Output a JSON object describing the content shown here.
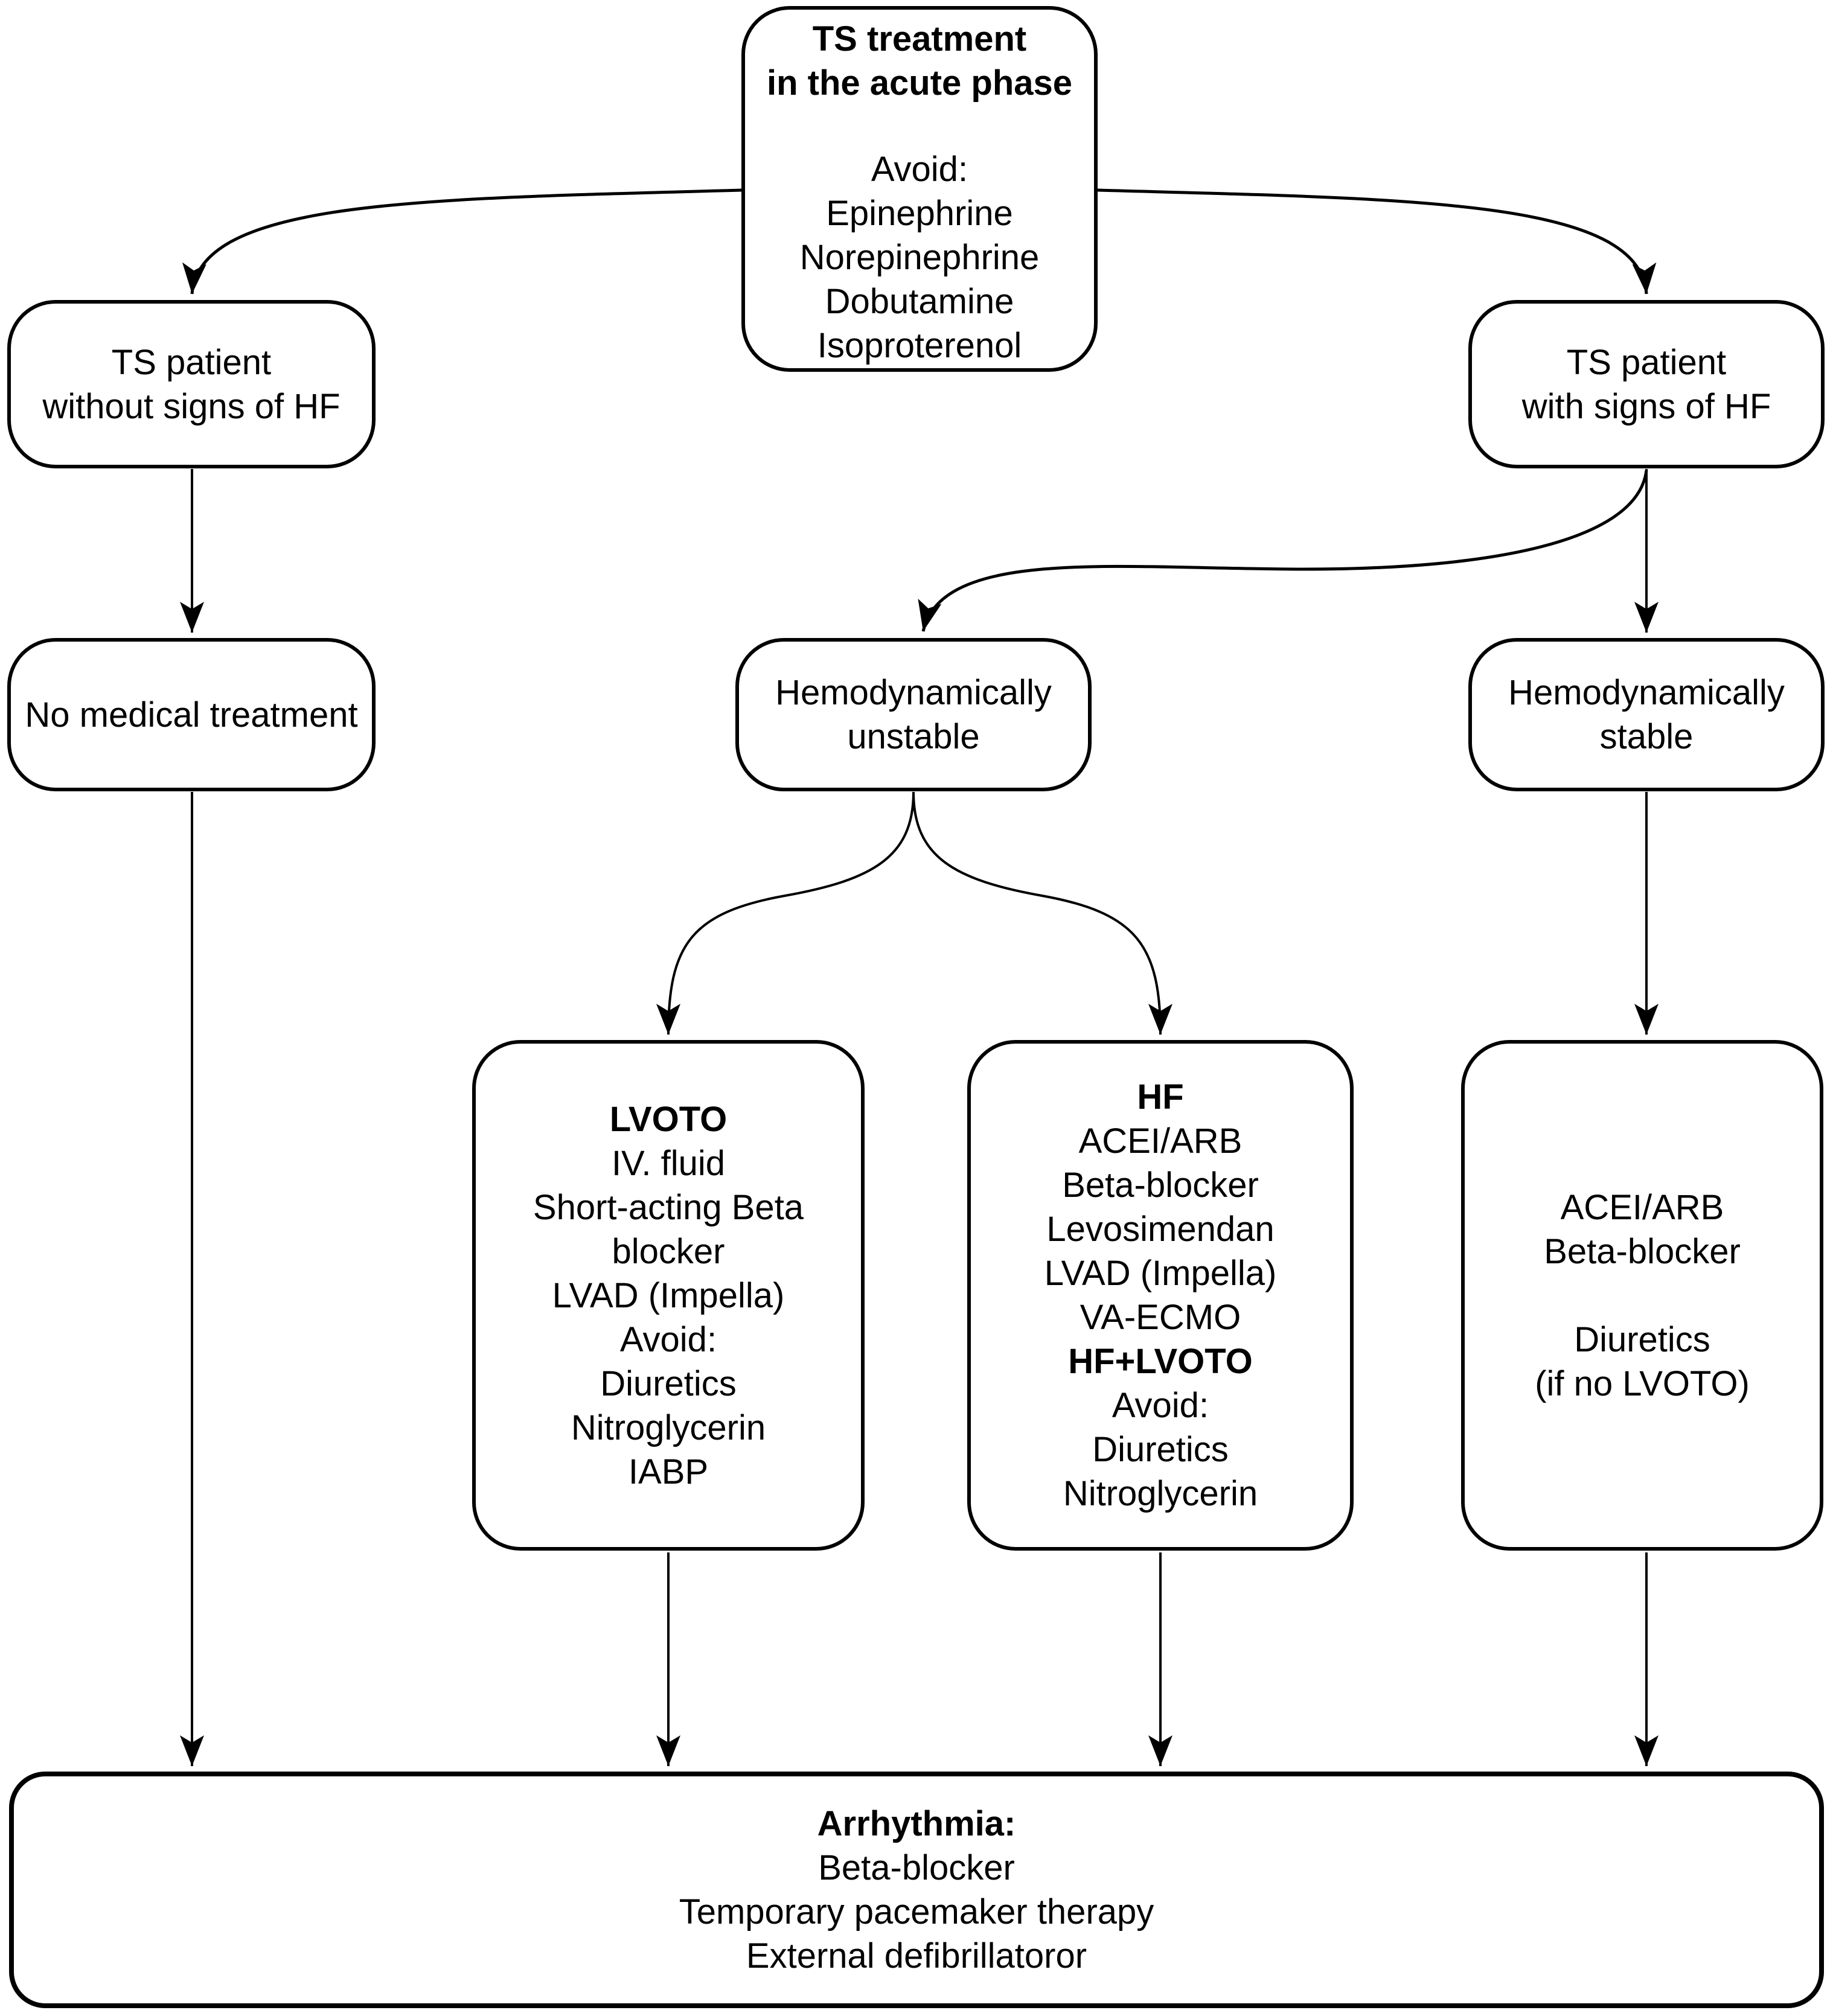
{
  "nodes": {
    "treatment": {
      "title": "TS treatment\nin the acute phase",
      "body": "Avoid:\nEpinephrine\nNorepinephrine\nDobutamine\nIsoproterenol"
    },
    "no_hf": {
      "body": "TS patient\nwithout signs of HF"
    },
    "no_treatment": {
      "body": "No medical treatment"
    },
    "with_hf": {
      "body": "TS patient\nwith signs of HF"
    },
    "unstable": {
      "body": "Hemodynamically\nunstable"
    },
    "stable": {
      "body": "Hemodynamically\nstable"
    },
    "lvoto": {
      "title": "LVOTO",
      "body": "IV. fluid\nShort-acting Beta\nblocker\nLVAD (Impella)\nAvoid:\nDiuretics\nNitroglycerin\nIABP"
    },
    "hf": {
      "title": "HF",
      "body1": "ACEI/ARB\nBeta-blocker\nLevosimendan\nLVAD (Impella)\nVA-ECMO",
      "subtitle": "HF+LVOTO",
      "body2": "Avoid:\nDiuretics\nNitroglycerin"
    },
    "stable_tx": {
      "body": "ACEI/ARB\nBeta-blocker\n\nDiuretics\n(if no LVOTO)"
    },
    "arrhythmia": {
      "title": "Arrhythmia:",
      "body": "Beta-blocker\nTemporary pacemaker therapy\nExternal defibrillatoror"
    }
  },
  "colors": {
    "stroke": "#000000",
    "background": "#ffffff"
  }
}
